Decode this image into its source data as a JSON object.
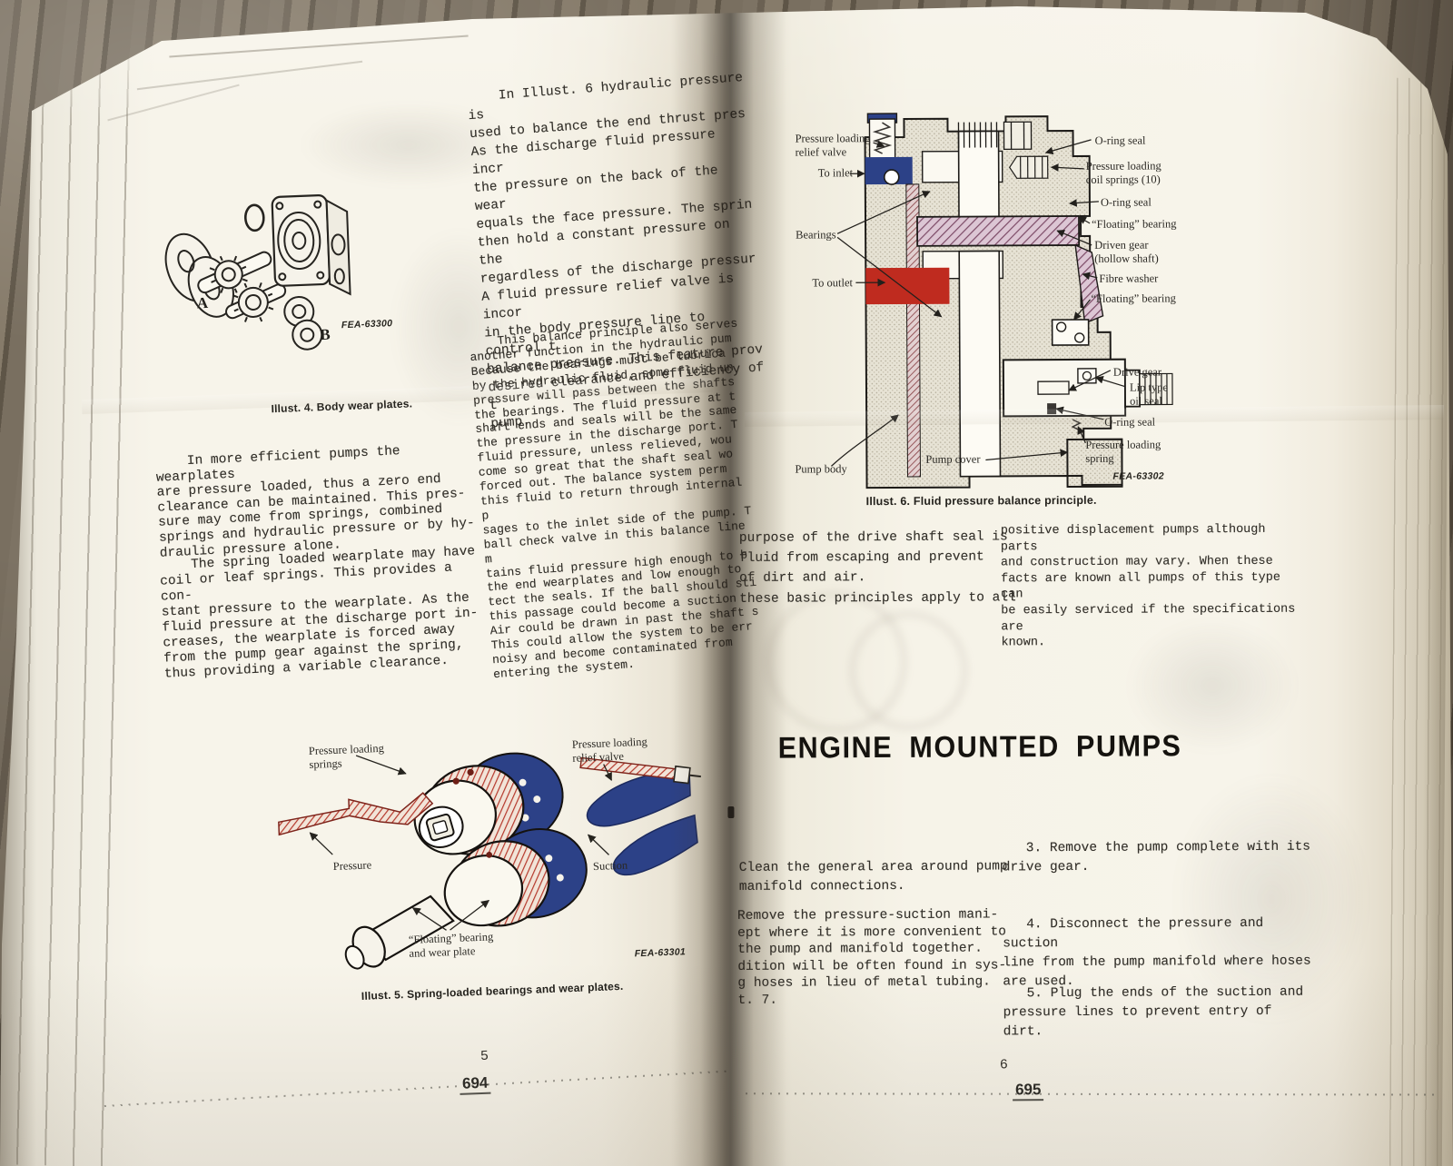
{
  "colors": {
    "paper": "#f6f3e9",
    "ink": "#33302a",
    "red": "#b5382b",
    "blue": "#2c4187",
    "mauve": "#8e5f7d",
    "maroon": "#8a4348",
    "wood": "#75695a"
  },
  "left_page": {
    "page_number": "5",
    "folio": "694",
    "illust4": {
      "label_a": "A",
      "label_b": "B",
      "fig_code": "FEA-63300",
      "caption": "Illust. 4.  Body wear plates."
    },
    "column_left": {
      "para1": [
        "    In more efficient pumps the wearplates",
        "are pressure loaded, thus a zero end",
        "clearance can be maintained.  This pres-",
        "sure may come from springs, combined",
        "springs and hydraulic pressure or by hy-",
        "draulic pressure alone."
      ],
      "para2": [
        "    The spring loaded wearplate may have",
        "coil or leaf springs.  This provides a con-",
        "stant pressure to the wearplate.  As the",
        "fluid pressure at the discharge port in-",
        "creases, the wearplate is forced away",
        "from the pump gear against the spring,",
        "thus providing a variable clearance."
      ]
    },
    "column_mid": {
      "para1": [
        "    In Illust. 6 hydraulic pressure is",
        "used to balance the end thrust pres",
        "As the discharge fluid pressure incr",
        "the pressure on the back of the wear",
        "equals the face pressure.  The sprin",
        "then hold a constant pressure on the",
        "regardless of the discharge pressur",
        "A fluid pressure relief valve is incor",
        "in the body pressure line to control t",
        "balance pressure.  This feature prov",
        "desired clearance and efficiency of t",
        "pump."
      ],
      "para2": [
        "    This balance principle also serves",
        "another function in the hydraulic pum",
        "Because the bearings must be lubrica",
        "by the hydraulic fluid, some fluid un",
        "pressure will pass between the shafts",
        "the bearings.  The fluid pressure at t",
        "shaft ends and seals will be the same",
        "the pressure in the discharge port.  T",
        "fluid pressure, unless relieved, wou",
        "come so great that the shaft seal wo",
        "forced out.  The balance system perm",
        "this fluid to return through internal p",
        "sages to the inlet side of the pump.  T",
        "ball check valve in this balance line m",
        "tains fluid pressure high enough to b",
        "the end wearplates and low enough to",
        "tect the seals.  If the ball should sti",
        "this passage could become a suction",
        "Air could be drawn in past the shaft s",
        "This could allow the system to be err",
        "noisy and become contaminated from",
        "entering the system."
      ]
    },
    "illust5": {
      "label_springs": [
        "Pressure loading",
        "springs"
      ],
      "label_relief": [
        "Pressure loading",
        "relief valve"
      ],
      "label_pressure": "Pressure",
      "label_suction": "Suction",
      "label_floating": [
        "“Floating” bearing",
        "and wear plate"
      ],
      "fig_code": "FEA-63301",
      "caption": "Illust. 5.  Spring-loaded bearings and wear plates."
    }
  },
  "right_page": {
    "page_number": "6",
    "folio": "695",
    "illust6": {
      "caption": "Illust. 6.  Fluid pressure balance principle.",
      "fig_code": "FEA-63302",
      "label_relief": [
        "Pressure loading",
        "relief valve"
      ],
      "label_to_inlet": "To inlet",
      "label_bearings": "Bearings",
      "label_to_outlet": "To outlet",
      "label_pump_body": "Pump body",
      "label_pump_cover": "Pump cover",
      "label_oring_1": "O-ring seal",
      "label_coil_springs": [
        "Pressure loading",
        "coil springs (10)"
      ],
      "label_oring_2": "O-ring seal",
      "label_floating_1": "“Floating” bearing",
      "label_driven_gear": [
        "Driven gear",
        "(hollow shaft)"
      ],
      "label_fibre_washer": "Fibre washer",
      "label_floating_2": "“Floating” bearing",
      "label_drive_gear": "Drive gear",
      "label_lip_seal": [
        "Lip type",
        "oil seal"
      ],
      "label_oring_3": "O-ring seal",
      "label_loading_spring": [
        "Pressure loading",
        "spring"
      ]
    },
    "seal_paragraph": [
      "purpose of the drive shaft seal is",
      "fluid from escaping and prevent",
      "of dirt and air."
    ],
    "principles_line": "these basic principles apply to all",
    "intro_paragraph": [
      "positive displacement pumps although parts",
      "and construction may vary.  When these",
      "facts are known all pumps of this type can",
      "be easily serviced if the specifications are",
      "known."
    ],
    "section_heading": "ENGINE MOUNTED PUMPS",
    "steps_left_1": [
      "Clean the general area around pump",
      "manifold connections."
    ],
    "steps_left_2": [
      "Remove the pressure-suction mani-",
      "ept where it is more convenient to",
      "the pump and manifold together.",
      "dition will be often found in sys-",
      "g hoses in lieu of metal tubing.",
      "t. 7."
    ],
    "step_3": [
      "   3.  Remove the pump complete with its",
      "drive gear."
    ],
    "step_4": [
      "   4.  Disconnect the pressure and suction",
      "line from the pump manifold where hoses",
      "are used."
    ],
    "step_5": [
      "   5.  Plug the ends of the suction and",
      "pressure lines to prevent entry of dirt."
    ]
  }
}
